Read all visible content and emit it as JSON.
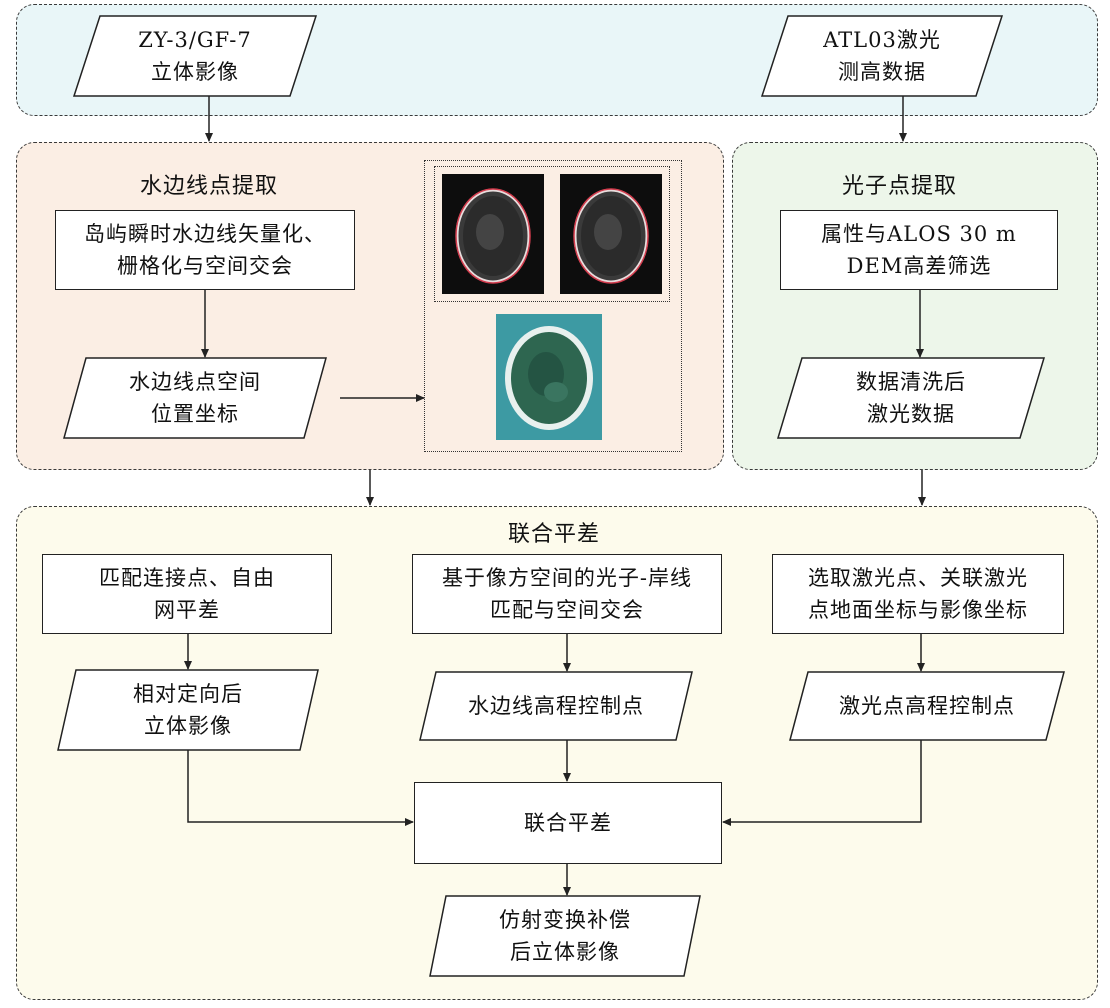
{
  "inputs": {
    "stereo_image": [
      "ZY-3/GF-7",
      "立体影像"
    ],
    "laser_data": [
      "ATL03激光",
      "测高数据"
    ]
  },
  "waterline_panel": {
    "title": "水边线点提取",
    "process_box": [
      "岛屿瞬时水边线矢量化、",
      "栅格化与空间交会"
    ],
    "output_box": [
      "水边线点空间",
      "位置坐标"
    ]
  },
  "photon_panel": {
    "title": "光子点提取",
    "process_box": [
      "属性与ALOS 30 m",
      "DEM高差筛选"
    ],
    "output_box": [
      "数据清洗后",
      "激光数据"
    ]
  },
  "adjustment_panel": {
    "title": "联合平差",
    "col1_process": [
      "匹配连接点、自由",
      "网平差"
    ],
    "col1_output": [
      "相对定向后",
      "立体影像"
    ],
    "col2_process": [
      "基于像方空间的光子-岸线",
      "匹配与空间交会"
    ],
    "col2_output": [
      "水边线高程控制点"
    ],
    "col3_process": [
      "选取激光点、关联激光",
      "点地面坐标与影像坐标"
    ],
    "col3_output": [
      "激光点高程控制点"
    ],
    "center_box": "联合平差",
    "final_output": [
      "仿射变换补偿",
      "后立体影像"
    ]
  },
  "colors": {
    "top_band": "#e9f6f8",
    "waterline_panel": "#fbeee4",
    "photon_panel": "#edf6ea",
    "adjustment_panel": "#fdfbec",
    "outline": "#222222"
  },
  "icons": [
    "satellite-thumbnail-left",
    "satellite-thumbnail-right",
    "island-true-color-thumbnail"
  ]
}
